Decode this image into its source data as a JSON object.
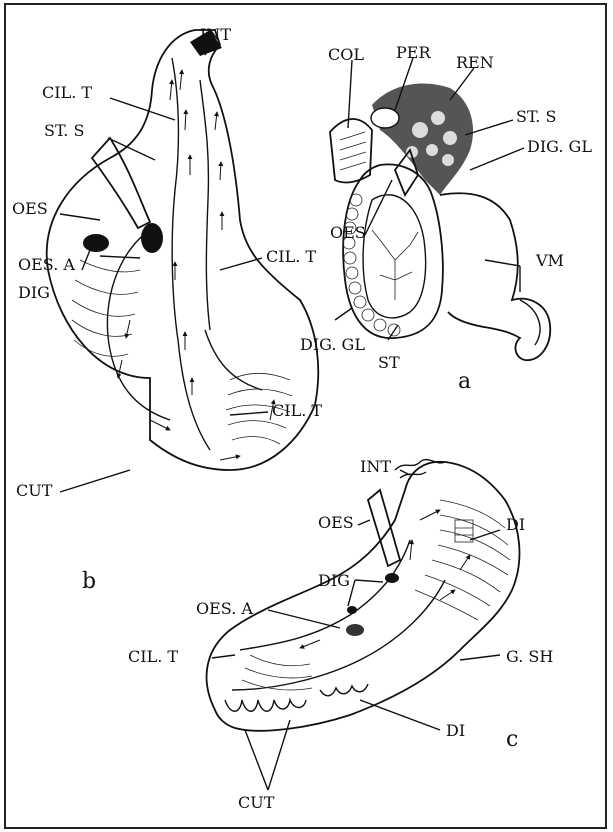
{
  "panels": {
    "a": {
      "letter": "a",
      "labels": {
        "col": "COL",
        "per": "PER",
        "ren": "REN",
        "st_s": "ST. S",
        "dig_gl_top": "DIG. GL",
        "oes": "OES",
        "vm": "VM",
        "dig_gl_bottom": "DIG. GL",
        "st": "ST"
      }
    },
    "b": {
      "letter": "b",
      "labels": {
        "int": "INT",
        "cil_t_top": "CIL. T",
        "st_s": "ST. S",
        "oes": "OES",
        "oes_a": "OES. A",
        "dig": "DIG",
        "cil_t_mid": "CIL. T",
        "cil_t_low": "CIL. T",
        "cut": "CUT"
      }
    },
    "c": {
      "letter": "c",
      "labels": {
        "int": "INT",
        "oes": "OES",
        "di_top": "DI",
        "dig": "DIG",
        "oes_a": "OES. A",
        "cil_t": "CIL. T",
        "g_sh": "G. SH",
        "di_bottom": "DI",
        "cut": "CUT"
      }
    }
  }
}
